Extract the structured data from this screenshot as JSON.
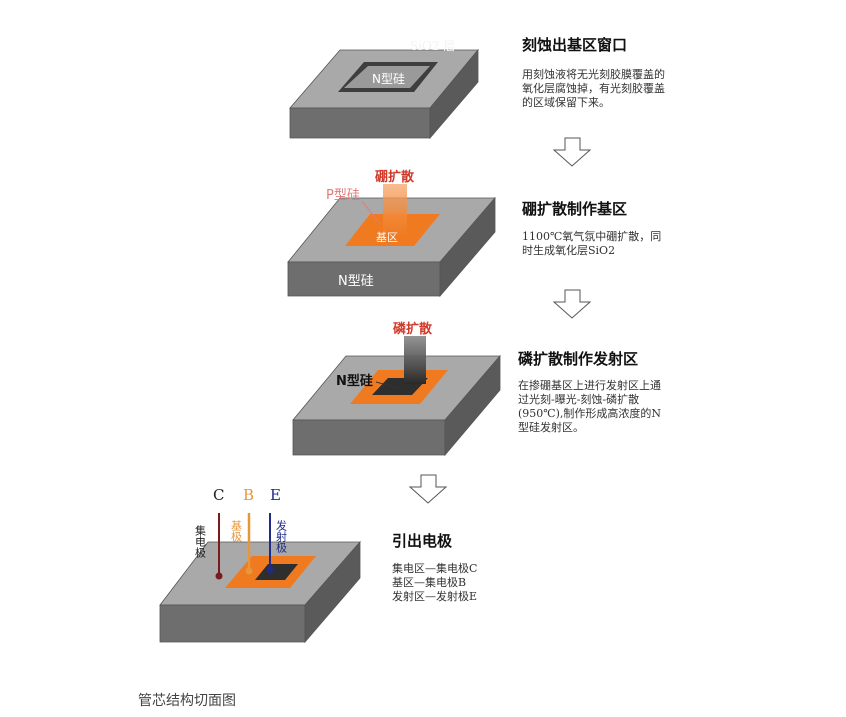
{
  "steps": [
    {
      "title": "刻蚀出基区窗口",
      "description": "用刻蚀液将无光刻胶膜覆盖的氧化层腐蚀掉，有光刻胶覆盖的区域保留下来。",
      "labels": {
        "oxide": "SiO2 层",
        "window": "N型硅"
      }
    },
    {
      "title": "硼扩散制作基区",
      "description": "1100℃氧气氛中硼扩散，同时生成氧化层SiO2",
      "labels": {
        "diffusion": "硼扩散",
        "p_silicon": "P型硅",
        "base": "基区",
        "n_silicon": "N型硅"
      }
    },
    {
      "title": "磷扩散制作发射区",
      "description": "在掺硼基区上进行发射区上通过光刻-曝光-刻蚀-磷扩散(950℃),制作形成高浓度的N型硅发射区。",
      "labels": {
        "diffusion": "磷扩散",
        "n_silicon": "N型硅"
      }
    },
    {
      "title": "引出电极",
      "description_lines": [
        "集电区—集电极C",
        "基区—集电极B",
        "发射区—发射极E"
      ],
      "labels": {
        "c": "C",
        "b": "B",
        "e": "E",
        "collector": "集电极",
        "base": "基极",
        "emitter": "发射极"
      }
    }
  ],
  "caption": "管芯结构切面图",
  "colors": {
    "block_top": "#a6a6a6",
    "block_front": "#707070",
    "block_side": "#595959",
    "orange": "#f08a3c",
    "orange_light": "#f7a45a",
    "dark_window": "#2e2e2e",
    "c_wire": "#7a1a1a",
    "b_wire": "#e8963a",
    "e_wire": "#1f2a8a",
    "arrow": "#555555"
  }
}
